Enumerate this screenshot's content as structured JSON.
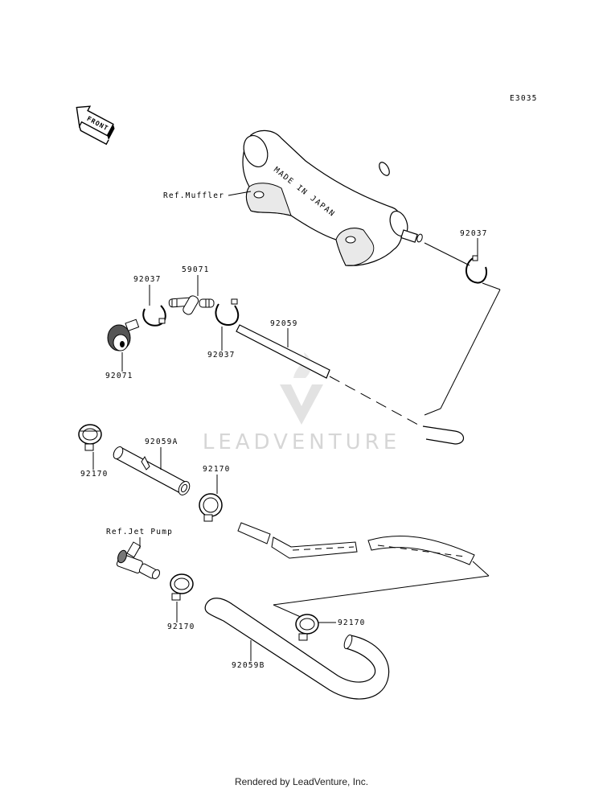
{
  "diagram_code": "E3035",
  "front_label": "FRONT",
  "muffler_stamp": "MADE IN JAPAN",
  "watermark": "LEADVENTURE",
  "footer": "Rendered by LeadVenture, Inc.",
  "labels": {
    "ref_muffler": "Ref.Muffler",
    "ref_jet_pump": "Ref.Jet Pump",
    "p92037_right": "92037",
    "p92037_left": "92037",
    "p59071": "59071",
    "p92037_mid": "92037",
    "p92059": "92059",
    "p92071": "92071",
    "p92170_top": "92170",
    "p92059A": "92059A",
    "p92170_mid": "92170",
    "p92170_low": "92170",
    "p92170_right": "92170",
    "p92059B": "92059B"
  }
}
